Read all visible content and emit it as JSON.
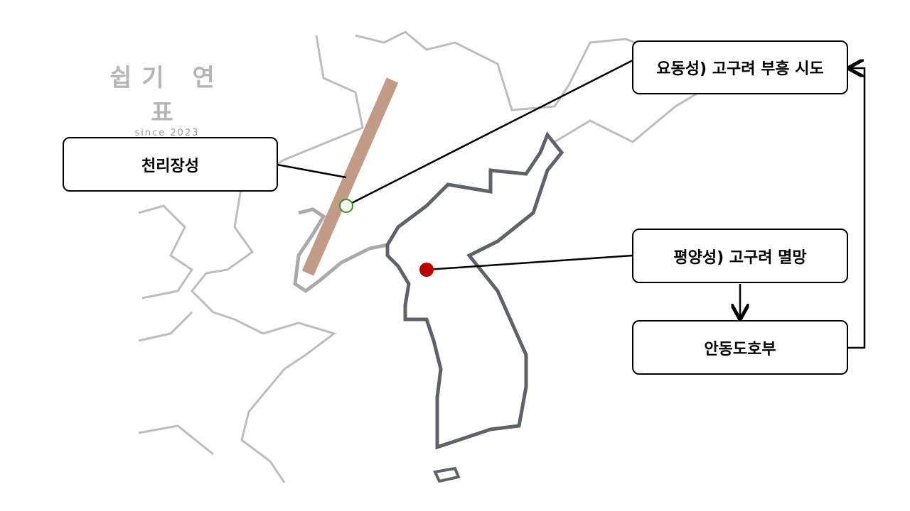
{
  "logo": {
    "title": "쉽기 연표",
    "subtitle": "since 2023"
  },
  "labels": {
    "wall": "천리장성",
    "liaodong": "요동성) 고구려 부흥 시도",
    "pyongyang": "평양성) 고구려 멸망",
    "andong": "안동도호부"
  },
  "colors": {
    "wall": "#b88a72",
    "pyongyang_dot": "#c00000",
    "liaodong_marker": "#3a9a1a",
    "korea_border": "#5f6368",
    "china_border": "#b8b8b8"
  }
}
